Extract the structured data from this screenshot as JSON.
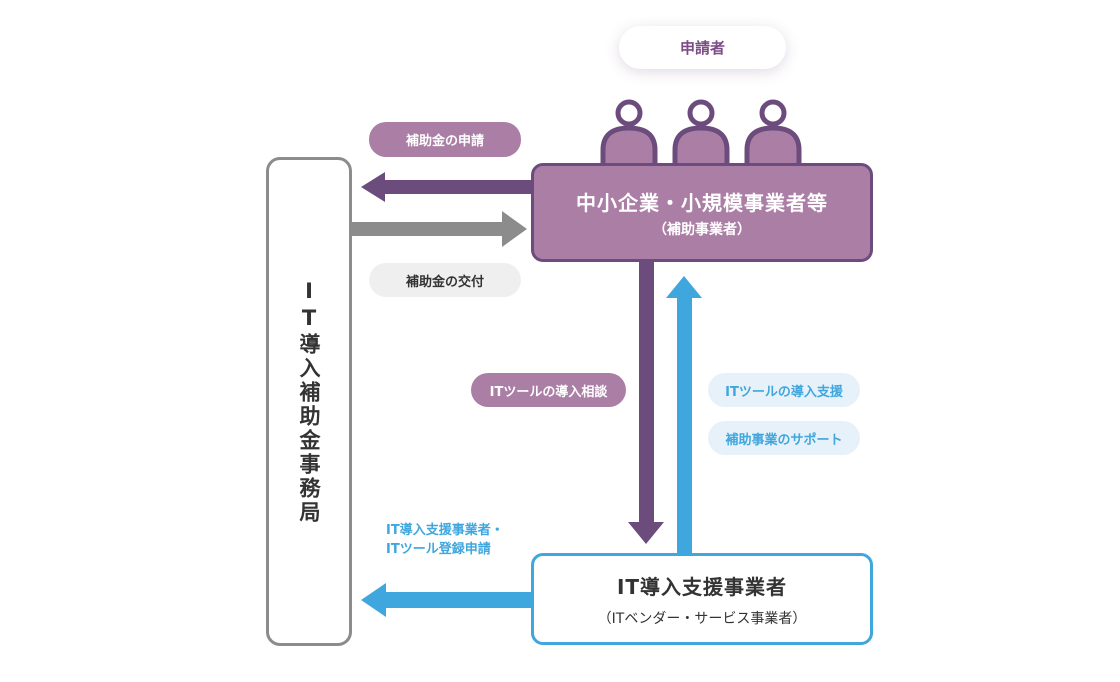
{
  "applicant_label": "申請者",
  "office": {
    "title": "IT導入補助金事務局"
  },
  "sme": {
    "title": "中小企業・小規模事業者等",
    "subtitle": "（補助事業者）"
  },
  "vendor": {
    "title": "IT導入支援事業者",
    "subtitle": "（ITベンダー・サービス事業者）"
  },
  "labels": {
    "subsidy_application": "補助金の申請",
    "subsidy_grant": "補助金の交付",
    "tool_consultation": "ITツールの導入相談",
    "tool_support": "ITツールの導入支援",
    "project_support": "補助事業のサポート",
    "vendor_registration_line1": "IT導入支援事業者・",
    "vendor_registration_line2": "ITツール登録申請"
  },
  "colors": {
    "purple_fill": "#ab7ea5",
    "purple_dark": "#6c4c7c",
    "blue": "#3fa6de",
    "gray": "#8c8c8c"
  },
  "icons": [
    "person-icon",
    "person-icon",
    "person-icon"
  ]
}
